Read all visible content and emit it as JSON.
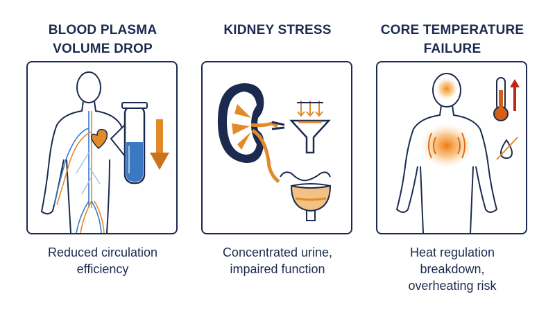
{
  "columns": [
    {
      "title_lines": [
        "BLOOD PLASMA",
        "VOLUME DROP"
      ],
      "caption_lines": [
        "Reduced circulation",
        "efficiency"
      ]
    },
    {
      "title_lines": [
        "KIDNEY STRESS"
      ],
      "caption_lines": [
        "Concentrated urine,",
        "impaired function"
      ]
    },
    {
      "title_lines": [
        "CORE TEMPERATURE",
        "FAILURE"
      ],
      "caption_lines": [
        "Heat regulation",
        "breakdown,",
        "overheating risk"
      ]
    }
  ],
  "colors": {
    "navy": "#1b2a4e",
    "orange": "#e08a2a",
    "blue": "#3b78c4",
    "light_blue": "#a9c4e6"
  }
}
